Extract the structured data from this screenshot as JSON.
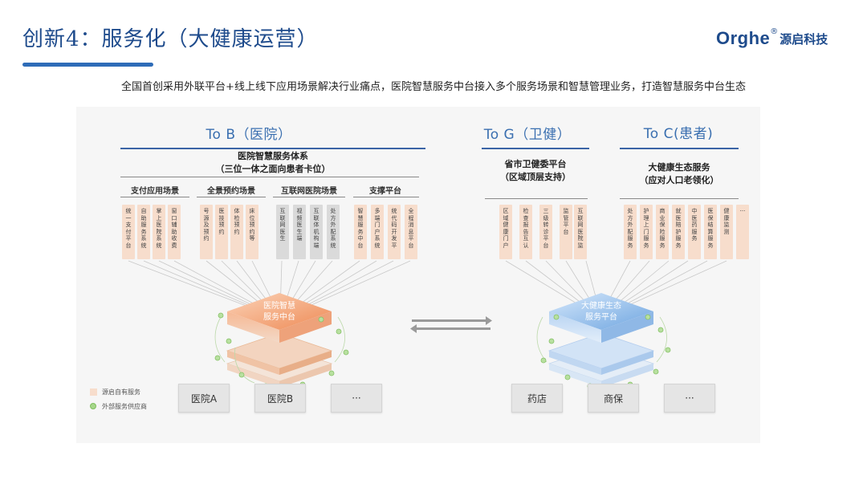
{
  "header": {
    "title": "创新4：服务化（大健康运营）",
    "logo_en": "Orghe",
    "logo_reg": "®",
    "logo_cn": "源启科技"
  },
  "subtitle": "全国首创采用外联平台+线上线下应用场景解决行业痛点，医院智慧服务中台接入多个服务场景和智慧管理业务，打造智慧服务中台生态",
  "to_b": {
    "heading": "To B（医院）",
    "system_title_1": "医院智慧服务体系",
    "system_title_2": "（三位一体之面向患者卡位）",
    "groups": [
      {
        "label": "支付应用场景",
        "items": [
          "统一支付平台",
          "自助服务系统",
          "掌上医院系统",
          "窗口辅助收费"
        ]
      },
      {
        "label": "全景预约场景",
        "items": [
          "号源及预约",
          "医技预约",
          "体检预约",
          "床位预约等"
        ]
      },
      {
        "label": "互联网医院场景",
        "items": [
          "互联网医生",
          "视频医生端",
          "互联体机构端",
          "处方外配系统"
        ]
      },
      {
        "label": "支撑平台",
        "items": [
          "智慧服务中台",
          "多端门户系统",
          "统代码开发平",
          "全程消息平台"
        ]
      }
    ],
    "platform_1": "医院智慧",
    "platform_2": "服务中台",
    "entities": [
      "医院A",
      "医院B",
      "···"
    ]
  },
  "to_g": {
    "heading": "To G（卫健）",
    "title_1": "省市卫健委平台",
    "title_2": "（区域顶层支持）",
    "items": [
      "区域健康门户",
      "检查报告互认",
      "三级转诊平台",
      "监管平台",
      "互联网医院监"
    ]
  },
  "to_c": {
    "heading": "To C(患者)",
    "title_1": "大健康生态服务",
    "title_2": "（应对人口老领化）",
    "items": [
      "处方外配服务",
      "护理上门服务",
      "商业保险服务",
      "就医陪护服务",
      "中医药服务",
      "医保结算服务",
      "健康监测",
      "···"
    ],
    "platform_1": "大健康生态",
    "platform_2": "服务平台",
    "entities": [
      "药店",
      "商保",
      "···"
    ]
  },
  "legend": {
    "own_service": "源启自有服务",
    "external_service": "外部服务供应商"
  },
  "colors": {
    "title_blue": "#1e4b8c",
    "line_blue": "#3a64a6",
    "orange_box": "#f7ddcc",
    "gray_box": "#dadada",
    "platform_orange": "#f29b6c",
    "platform_blue": "#8fb8e6",
    "green_dot": "#a6d68a"
  }
}
